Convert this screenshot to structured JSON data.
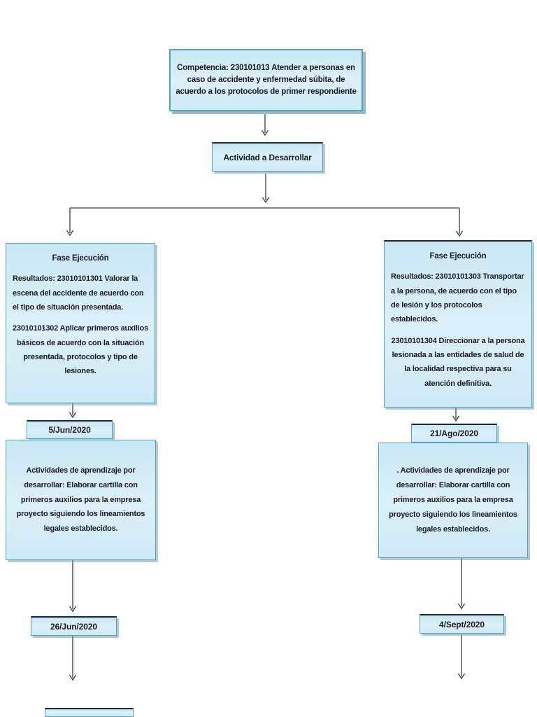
{
  "diagram": {
    "nodes": {
      "competencia": "Competencia: 230101013 Atender a personas en caso de accidente y enfermedad súbita, de acuerdo a los protocolos de primer respondiente",
      "actividad": "Actividad a Desarrollar",
      "left": {
        "fase_title": "Fase Ejecución",
        "resultados_1": "Resultados: 23010101301 Valorar la escena del accidente de acuerdo con el tipo de situación presentada.",
        "resultados_2": "23010101302 Aplicar primeros auxilios básicos de acuerdo con la situación presentada, protocolos y tipo de lesiones.",
        "fecha_inicio": "5/Jun/2020",
        "actividades": "Actividades de aprendizaje  por desarrollar: Elaborar cartilla con primeros auxilios para la empresa proyecto siguiendo los lineamientos legales establecidos.",
        "fecha_fin": "26/Jun/2020"
      },
      "right": {
        "fase_title": "Fase Ejecución",
        "resultados_1": "Resultados: 23010101303 Transportar a la persona, de acuerdo con el tipo de lesión y los protocolos establecidos.",
        "resultados_2": "23010101304 Direccionar a la persona lesionada a las entidades de salud de la localidad respectiva para su atención definitiva.",
        "fecha_inicio": "21/Ago/2020",
        "actividades": ". Actividades de aprendizaje  por desarrollar: Elaborar cartilla con primeros auxilios para la empresa proyecto siguiendo los lineamientos legales establecidos.",
        "fecha_fin": "4/Sept/2020"
      }
    },
    "colors": {
      "box_border": "#44a8c9",
      "box_border_dark": "#16293b",
      "box_fill": "#cfe9f7",
      "shadow": "#93abb9",
      "text": "#1b1b26",
      "arrow": "#3c3c3c"
    }
  }
}
